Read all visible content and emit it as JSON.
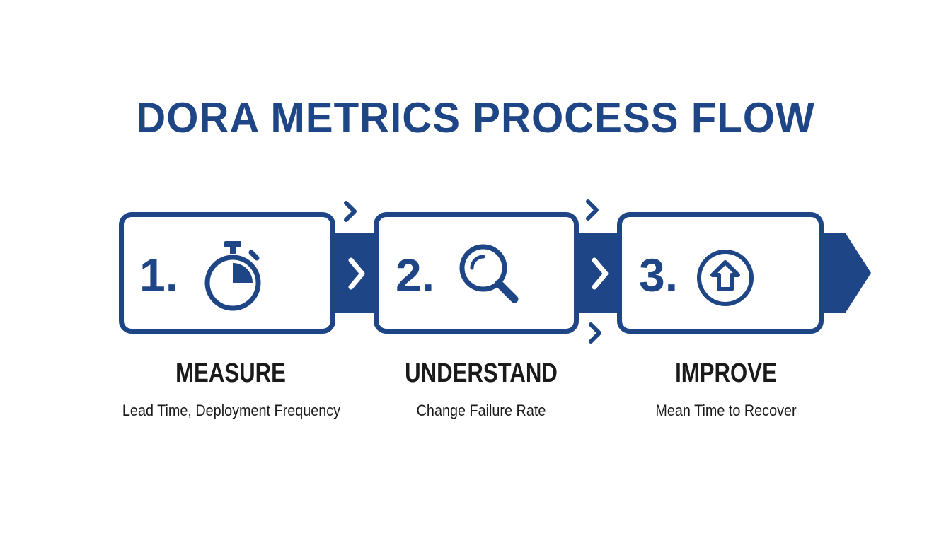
{
  "title": "DORA METRICS PROCESS FLOW",
  "colors": {
    "primary": "#1e4585",
    "text": "#1a1a1a",
    "background": "#ffffff"
  },
  "steps": [
    {
      "number": "1.",
      "icon": "stopwatch-icon",
      "label": "MEASURE",
      "description": "Lead Time, Deployment Frequency"
    },
    {
      "number": "2.",
      "icon": "magnifier-icon",
      "label": "UNDERSTAND",
      "description": "Change Failure Rate"
    },
    {
      "number": "3.",
      "icon": "up-arrow-circle-icon",
      "label": "IMPROVE",
      "description": "Mean Time to Recover"
    }
  ],
  "connectors": [
    "chevron-right-icon",
    "chevron-right-icon"
  ]
}
